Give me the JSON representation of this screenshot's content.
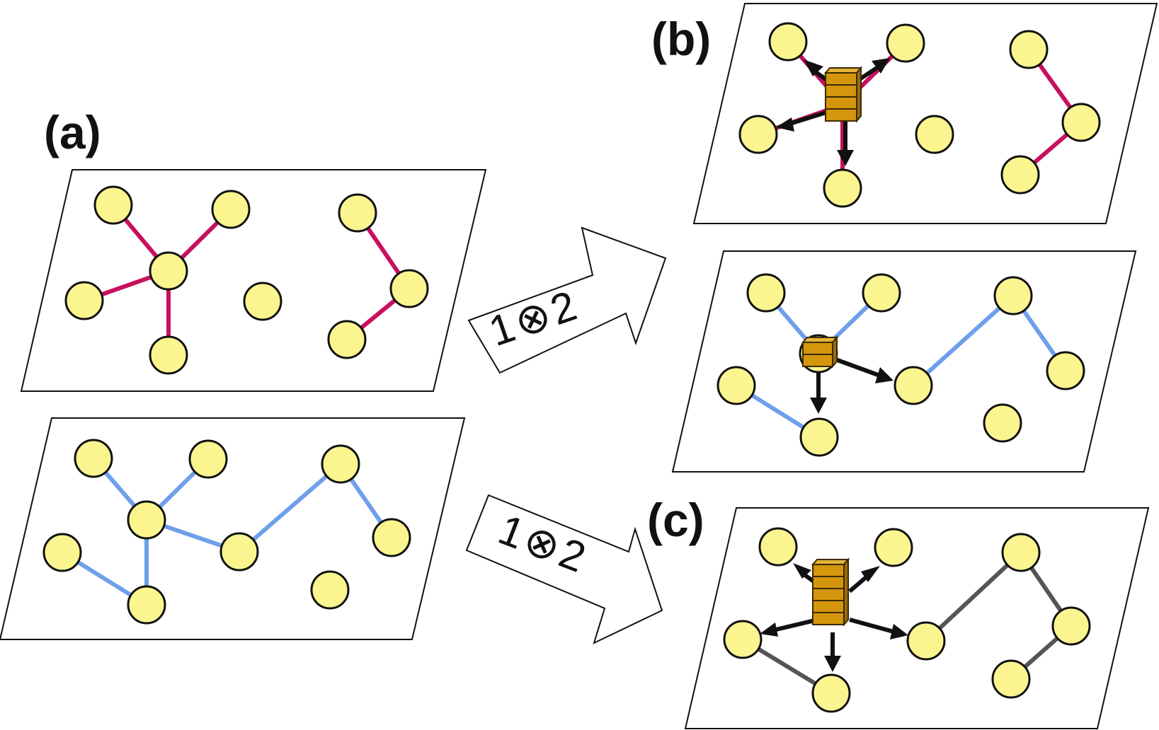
{
  "labels": {
    "a": "(a)",
    "b": "(b)",
    "c": "(c)"
  },
  "operation": {
    "prefix": "1",
    "symbol": "⊗",
    "suffix": "2"
  },
  "colors": {
    "node_fill": "#fbf590",
    "network1_edge": "#c8105e",
    "network2_edge": "#6ea0ea",
    "combined_edge": "#555555",
    "storage_block": "#d4960c"
  },
  "legend_icons": [
    "node-circle",
    "storage-block-stack",
    "directed-arrow",
    "operation-arrow"
  ]
}
